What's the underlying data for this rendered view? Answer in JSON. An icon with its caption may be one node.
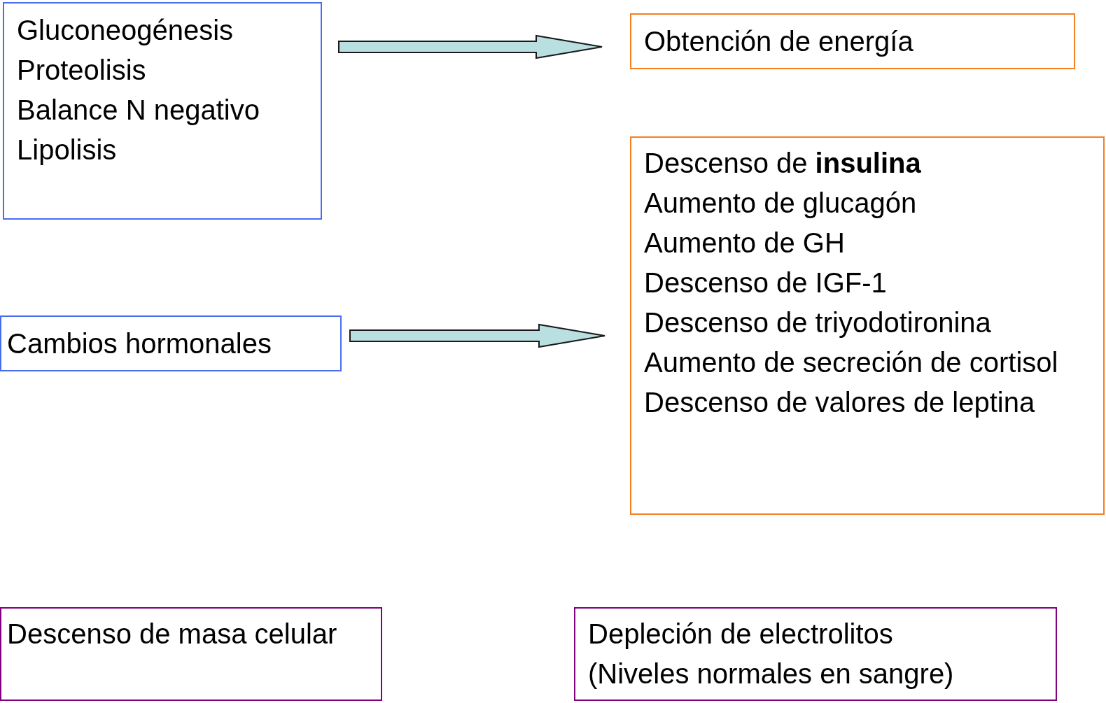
{
  "diagram": {
    "nodes": [
      {
        "text": [
          "Gluconeogénesis",
          "Proteolisis",
          "Balance N negativo",
          "Lipolisis"
        ]
      },
      {
        "text": [
          "Obtención de energía"
        ]
      },
      {
        "text": [
          "Descenso de **insulina**",
          "Aumento de glucagón",
          "Aumento de GH",
          "Descenso de IGF-1",
          "Descenso de triyodotironina",
          "Aumento de secreción de cortisol",
          "Descenso de valores de leptina"
        ]
      },
      {
        "text": [
          "Cambios hormonales"
        ]
      },
      {
        "text": [
          "Descenso de masa celular"
        ]
      },
      {
        "text": [
          "Depleción de electrolitos",
          "(Niveles normales en sangre)"
        ]
      }
    ],
    "edges": [
      {
        "from": 0,
        "to": 1,
        "arrow": "to"
      },
      {
        "from": 3,
        "to": 2,
        "arrow": "to"
      }
    ]
  }
}
